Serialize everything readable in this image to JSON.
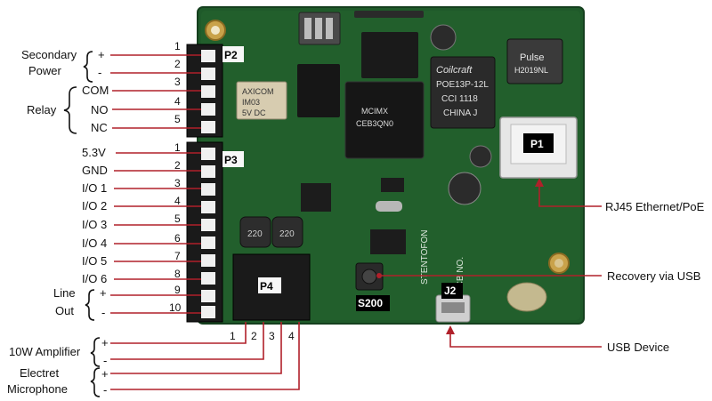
{
  "colors": {
    "board": "#1f5a2a",
    "board_dark": "#15421f",
    "wire": "#b0202a",
    "connector": "#1a1a1a",
    "label": "#111111"
  },
  "connectors": {
    "p1": "P1",
    "p2": "P2",
    "p3": "P3",
    "p4": "P4",
    "j2": "J2",
    "s200": "S200"
  },
  "p2_pins": [
    {
      "num": "1",
      "label": "+"
    },
    {
      "num": "2",
      "label": "-"
    },
    {
      "num": "3",
      "label": "COM"
    },
    {
      "num": "4",
      "label": "NO"
    },
    {
      "num": "5",
      "label": "NC"
    }
  ],
  "p3_pins": [
    {
      "num": "1",
      "label": "5.3V"
    },
    {
      "num": "2",
      "label": "GND"
    },
    {
      "num": "3",
      "label": "I/O 1"
    },
    {
      "num": "4",
      "label": "I/O 2"
    },
    {
      "num": "5",
      "label": "I/O 3"
    },
    {
      "num": "6",
      "label": "I/O 4"
    },
    {
      "num": "7",
      "label": "I/O 5"
    },
    {
      "num": "8",
      "label": "I/O 6"
    },
    {
      "num": "9",
      "label": "+"
    },
    {
      "num": "10",
      "label": "-"
    }
  ],
  "groups": {
    "secondary_power": [
      "Secondary",
      "Power"
    ],
    "relay": "Relay",
    "line_out": [
      "Line",
      "Out"
    ],
    "amplifier": "10W Amplifier",
    "microphone": [
      "Electret",
      "Microphone"
    ]
  },
  "p4_pins": [
    "1",
    "2",
    "3",
    "4"
  ],
  "p4_labels": {
    "amp_plus": "+",
    "amp_minus": "-",
    "mic_plus": "+",
    "mic_minus": "-"
  },
  "right_labels": {
    "ethernet": "RJ45 Ethernet/PoE",
    "recovery": "Recovery via USB",
    "usb_device": "USB Device"
  },
  "board_text": {
    "coilcraft": [
      "Coilcraft",
      "POE13P-12L",
      "CCI 1118",
      "CHINA J"
    ],
    "relay_chip": [
      "AXICOM",
      "IM03",
      "5V DC"
    ],
    "pulse": [
      "Pulse",
      "H2019NL"
    ],
    "inductor_a": "220",
    "inductor_b": "220",
    "stentofon": "STENTOFON",
    "pcb_no": "PCB NO."
  }
}
